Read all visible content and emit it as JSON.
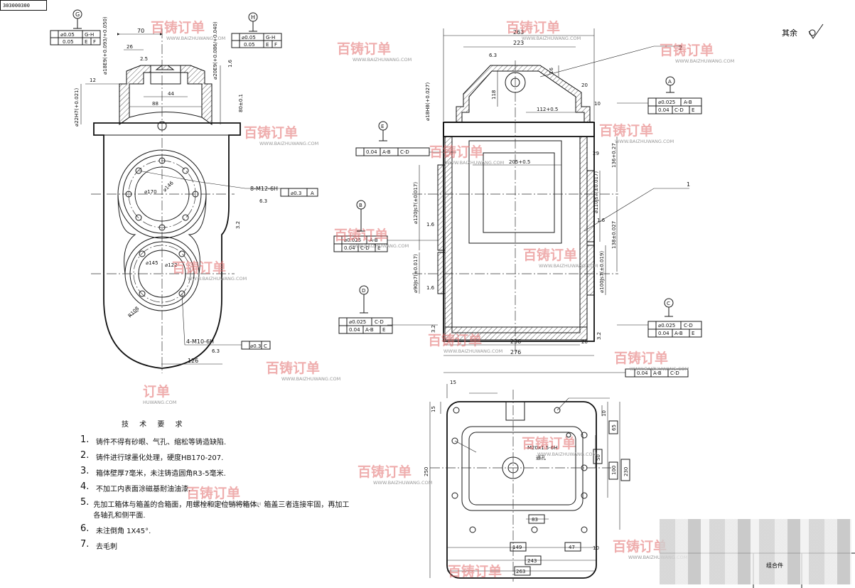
{
  "drawing_number": "303000300",
  "roughness_note": "其余",
  "notes": {
    "heading": "技 术 要 求",
    "items": [
      {
        "n": "1.",
        "text": "铸件不得有砂眼、气孔、缩松等铸造缺陷."
      },
      {
        "n": "2.",
        "text": "铸件进行球墨化处理，硬度HB170-207."
      },
      {
        "n": "3.",
        "text": "箱体壁厚7毫米，未注铸造圆角R3-5毫米."
      },
      {
        "n": "4.",
        "text": "不加工内表面涂磁基耐油油漆."
      },
      {
        "n": "5.",
        "text": "先加工箱体与箱盖的合箱面，用螺栓和定位销将箱体、箱盖三者连接牢固，再加工各轴孔和侧平面."
      },
      {
        "n": "6.",
        "text": "未注倒角 1X45°."
      },
      {
        "n": "7.",
        "text": "去毛刺"
      }
    ]
  },
  "title_block": {
    "name": "组合件"
  },
  "watermark": {
    "text": "百铸订单",
    "url": "WWW.BAIZHUWANG.COM",
    "partial": "订单",
    "partial_url": "HUWANG.COM"
  },
  "datums": {
    "G": "G",
    "H": "H",
    "A": "A",
    "B": "B",
    "C": "C",
    "D": "D",
    "E": "E"
  },
  "left_view": {
    "tol_g1": "⌀0.05",
    "tol_g1_ref": "G-H",
    "tol_g2": "0.05",
    "tol_g2_ref1": "E",
    "tol_g2_ref2": "F",
    "tol_h1": "⌀0.05",
    "tol_h1_ref": "G-H",
    "tol_h2": "0.05",
    "tol_h2_ref1": "E",
    "tol_h2_ref2": "F",
    "d70": "70",
    "d26": "26",
    "d25": "2.5",
    "d88": "88",
    "d44": "44",
    "d80": "80±0.1",
    "d12": "12",
    "d_phi18": "⌀18E9(+0.093/+0.050)",
    "d_phi20": "⌀20E9(+0.086/+0.040)",
    "d_phi22": "⌀22H7(+0.021)",
    "d_phi170": "⌀170",
    "d_phi146": "⌀146",
    "d_phi145": "⌀145",
    "d_phi122": "⌀122",
    "d_r108": "R108",
    "d126": "126",
    "thread1": "8-M12-6H",
    "thread1_tol": "⌀0.3",
    "thread1_ref": "A",
    "ra1": "6.3",
    "thread2": "4-M10-6H",
    "thread2_tol": "⌀0.3",
    "thread2_ref": "C",
    "ra2": "6.3",
    "ra_16": "1.6",
    "ra_32": "3.2"
  },
  "front_view": {
    "d263": "263",
    "d223": "223",
    "d63": "6.3",
    "d16": "16",
    "d20": "20",
    "d10": "10",
    "d118": "118",
    "d112": "112+0.5",
    "d29": "29",
    "d205": "205+0.5",
    "d136": "136+0.27",
    "d138": "138±0.027",
    "d236": "236",
    "d276": "276",
    "d20b": "20",
    "phi18h8": "⌀18H8(+0.027)",
    "phi120": "⌀120Js7(±0.017)",
    "phi90": "⌀90Js7(±0.017)",
    "phi110": "⌀110Js7(±0.017)",
    "phi100": "⌀100Js7(±0.019)",
    "tol_e": "0.04",
    "tol_e_ref": "A-B",
    "tol_e_ref2": "C-D",
    "tol_a1": "⌀0.025",
    "tol_a1_ref": "A-B",
    "tol_a2": "0.04",
    "tol_a2_ref": "C-D",
    "tol_a2_ref2": "E",
    "tol_b1": "⌀0.025",
    "tol_b1_ref": "A-B",
    "tol_b2": "0.04",
    "tol_b2_ref": "C-D",
    "tol_b2_ref2": "E",
    "tol_c1": "⌀0.025",
    "tol_c1_ref": "C-D",
    "tol_c2": "0.04",
    "tol_c2_ref": "A-B",
    "tol_c2_ref2": "E",
    "tol_d1": "⌀0.025",
    "tol_d1_ref": "C-D",
    "tol_d2": "0.04",
    "tol_d2_ref": "A-B",
    "tol_d2_ref2": "E",
    "tol_bot": "0.04",
    "tol_bot_ref": "A-B",
    "tol_bot_ref2": "C-D",
    "label1": "1",
    "label2": "2",
    "ra16": "1.6",
    "ra32": "3.2"
  },
  "top_view": {
    "d15a": "15",
    "d15b": "15",
    "d10": "10",
    "d65": "65",
    "d50": "50",
    "d100": "100",
    "d230": "230",
    "d250": "250",
    "d83": "83",
    "d149": "149",
    "d47": "47",
    "d243": "243",
    "d263": "263",
    "d10b": "10",
    "thread": "M20x1.5-6H",
    "thread_note": "通孔"
  }
}
